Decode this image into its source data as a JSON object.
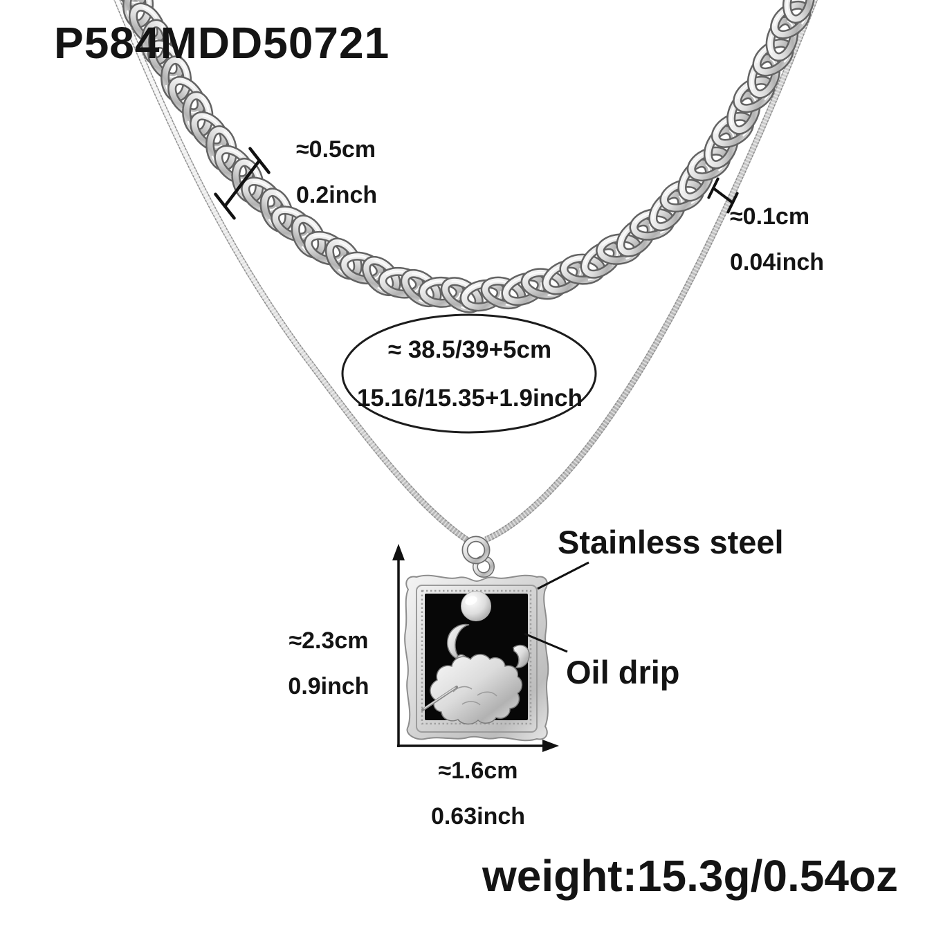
{
  "product": {
    "code": "P584MDD50721",
    "weight": "weight:15.3g/0.54oz"
  },
  "measurements": {
    "thick_chain": {
      "metric": "≈0.5cm",
      "imperial": "0.2inch"
    },
    "thin_chain": {
      "metric": "≈0.1cm",
      "imperial": "0.04inch"
    },
    "length": {
      "metric": "≈ 38.5/39+5cm",
      "imperial": "15.16/15.35+1.9inch"
    },
    "pendant_height": {
      "metric": "≈2.3cm",
      "imperial": "0.9inch"
    },
    "pendant_width": {
      "metric": "≈1.6cm",
      "imperial": "0.63inch"
    }
  },
  "labels": {
    "material": "Stainless steel",
    "finish": "Oil drip"
  },
  "colors": {
    "background": "#ffffff",
    "text": "#141414",
    "metal_light": "#f7f7f7",
    "metal_mid": "#c9c9c9",
    "metal_dark": "#8f8f8f",
    "enamel_panel": "#070707",
    "annotation_line": "#111111"
  }
}
